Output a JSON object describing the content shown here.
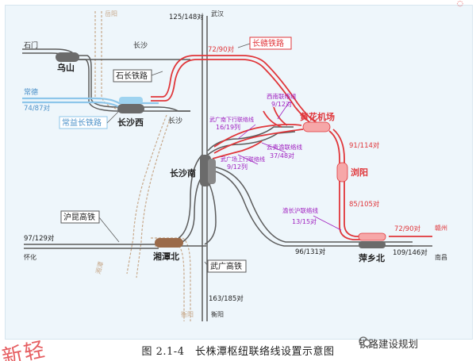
{
  "figure": {
    "caption": "图 2.1-4　长株潭枢纽联络线设置示意图",
    "watermark_text": "铁路建设规划",
    "stamp_text": "新轻"
  },
  "stations": {
    "wushan": "乌山",
    "changshaxi": "长沙西",
    "changshanan": "长沙南",
    "huanghua_airport": "黄花机场",
    "liuyang": "浏阳",
    "xiangtanbei": "湘潭北",
    "pingxiangbei": "萍乡北"
  },
  "lines": {
    "changgan": "长赣铁路",
    "shichang": "石长铁路",
    "changyichang": "常益长铁路",
    "hukun": "沪昆高铁",
    "wuguang": "武广高铁"
  },
  "connecting_lines": {
    "xinan": "西南联络线",
    "wuguang_down": "武广南下行联络线",
    "wuguang_up": "武广场上行联络线",
    "yungui": "云贵渝联络线",
    "yuchanghu": "渝长沪联络线"
  },
  "direction_labels": {
    "shimen": "石门",
    "changsha_top": "长沙",
    "changsha_mid": "长沙",
    "changde": "常德",
    "yueyang": "岳阳",
    "wuhan": "武汉",
    "huaihua": "怀化",
    "xiangtan": "湘潭",
    "hengyang_1": "衡阳",
    "hengyang_2": "衡阳",
    "nanchang": "南昌",
    "ganzhou": "赣州"
  },
  "pair_counts": {
    "wuguang_north": "125/148对",
    "changgan_west": "72/90对",
    "changyichang": "74/87对",
    "xinan": "9/12对",
    "wuguang_down": "16/19列",
    "yungui": "37/48对",
    "wuguang_up": "9/12列",
    "liuyang_north": "91/114对",
    "liuyang_south": "85/105对",
    "yuchanghu": "13/15对",
    "hukun_west": "97/129对",
    "pingxiang_south": "96/131对",
    "nanchang": "109/146对",
    "ganzhou": "72/90对",
    "wuguang_south": "163/185对"
  },
  "colors": {
    "panel_bg": "#eef6fb",
    "gray_line": "#5b5b5b",
    "red_line": "#e0363a",
    "blue_line": "#8dc6ea",
    "purple_label": "#a020c0",
    "tan_line": "#c7a88a",
    "station_gray": "#6b6b6b",
    "station_blue": "#9ed3f0",
    "station_pink": "#f6a7a8",
    "station_brown": "#9b6b4a"
  }
}
